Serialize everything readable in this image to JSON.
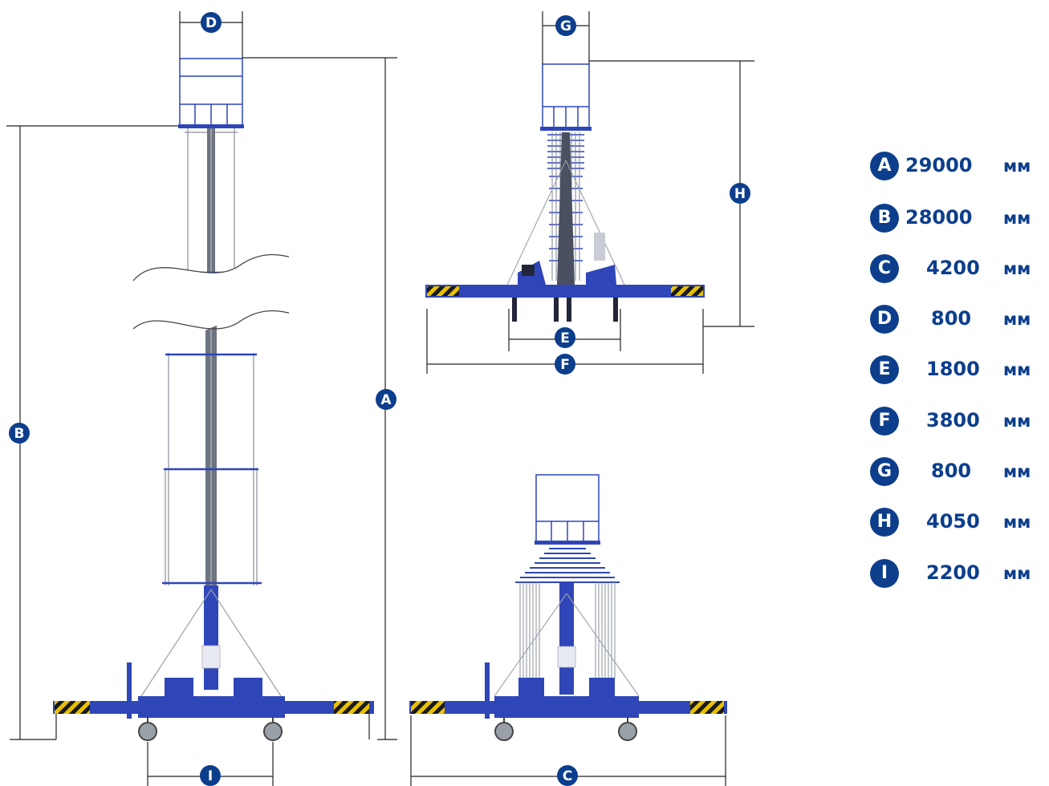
{
  "colors": {
    "blue": "#2e46b8",
    "blue_dark": "#1c2f8e",
    "marker": "#0c3e8c",
    "hazard_yellow": "#e9c000",
    "dim_line": "#222222",
    "mast_grey": "#6d7480"
  },
  "markers": {
    "A": "A",
    "B": "B",
    "C": "C",
    "D": "D",
    "E": "E",
    "F": "F",
    "G": "G",
    "H": "H",
    "I": "I"
  },
  "legend": [
    {
      "letter": "A",
      "value": "29000",
      "unit": "мм"
    },
    {
      "letter": "B",
      "value": "28000",
      "unit": "мм"
    },
    {
      "letter": "C",
      "value": "4200",
      "unit": "мм"
    },
    {
      "letter": "D",
      "value": "800",
      "unit": "мм"
    },
    {
      "letter": "E",
      "value": "1800",
      "unit": "мм"
    },
    {
      "letter": "F",
      "value": "3800",
      "unit": "мм"
    },
    {
      "letter": "G",
      "value": "800",
      "unit": "мм"
    },
    {
      "letter": "H",
      "value": "4050",
      "unit": "мм"
    },
    {
      "letter": "I",
      "value": "2200",
      "unit": "мм"
    }
  ]
}
